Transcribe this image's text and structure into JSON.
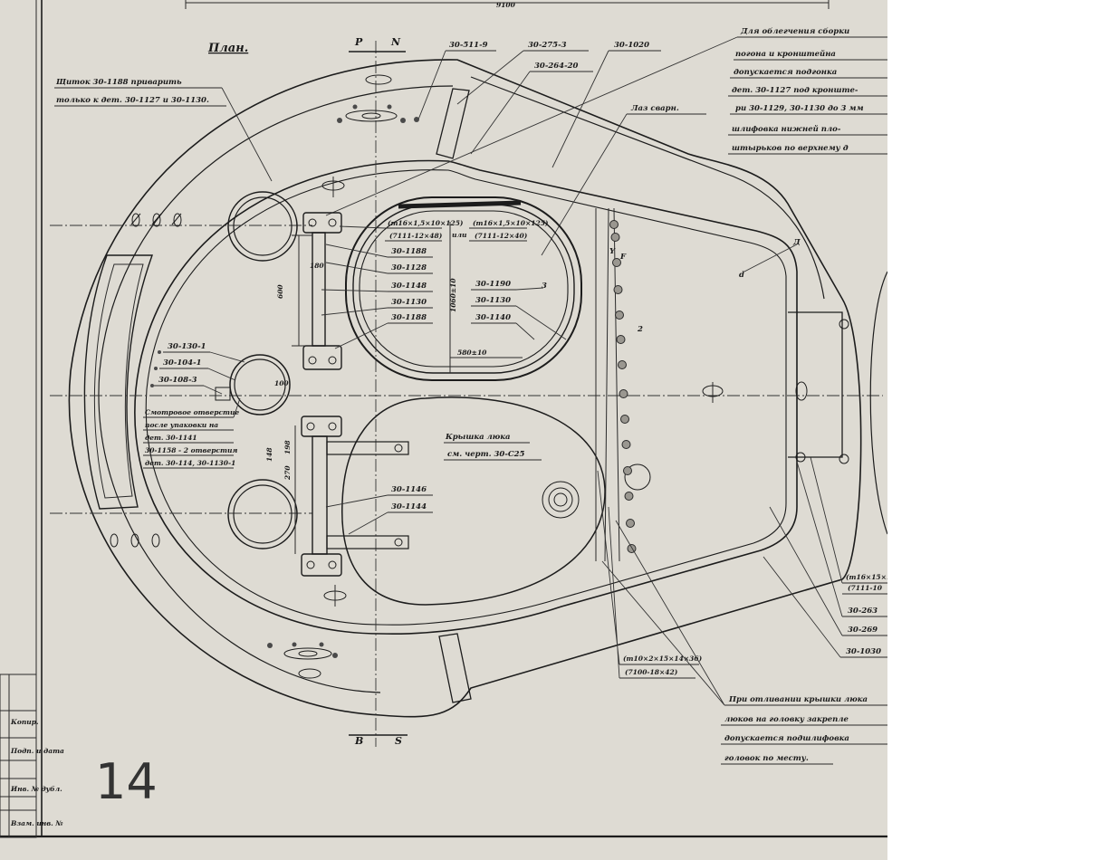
{
  "sheet": {
    "top_dimension": "9100",
    "view_title": "План.",
    "section_marks": {
      "top_left": "P",
      "top_right": "N",
      "bottom_left": "B",
      "bottom_right": "S"
    },
    "sheet_number": "14"
  },
  "notes": {
    "top_left": [
      "Щиток 30-1188 приварить",
      "только к дет. 30-1127 и 30-1130."
    ],
    "top_right": [
      "Для облегчения сборки",
      "погона и кронштейна",
      "допускается подгонка",
      "дет. 30-1127 под кронште-",
      "ри 30-1129, 30-1130 до 3 мм",
      "шлифовка нижней пло-",
      "штырьков по верхнему д"
    ],
    "bottom_right": [
      "При отливании крышки люка",
      "люков на головку закрепле",
      "допускается подшлифовка",
      "головок по месту."
    ],
    "left_middle": [
      "Смотровое отверстие",
      "после упаковки на",
      "дет. 30-1141",
      "30-1158 - 2 отверстия",
      "дет. 30-114, 30-1130-1"
    ],
    "hatch_cover": [
      "Крышка люка",
      "см. черт. 30-С25"
    ]
  },
  "part_labels": {
    "top": [
      "30-511-9",
      "30-275-3",
      "30-1020",
      "30-264-20"
    ],
    "weld": "Лаз сварн.",
    "hatch_upper": [
      "(m16×1,5×10×125)",
      "(7111-12×48)",
      "30-1188",
      "30-1128",
      "30-1148",
      "30-1130",
      "30-1188"
    ],
    "hatch_center": [
      "(m16×1,5×10×125)",
      "(7111-12×40)",
      "или",
      "30-1190",
      "30-1130",
      "30-1140"
    ],
    "periscope": [
      "30-130-1",
      "30-104-1",
      "30-108-3"
    ],
    "hatch_lower": [
      "30-1146",
      "30-1144"
    ],
    "dims": [
      "580±10",
      "1060±10",
      "600",
      "180",
      "100",
      "270",
      "148",
      "198"
    ],
    "bottom": [
      "(m10×2×15×14×36)",
      "(7100-18×42)"
    ],
    "right": [
      "(m16×15×10×",
      "(7111-10",
      "30-263",
      "30-269",
      "30-1030"
    ],
    "small": [
      "Y",
      "F",
      "3",
      "2",
      "Д",
      "d"
    ]
  },
  "title_block": [
    "Копир.",
    "Подп. и дата",
    "Инв. № дубл.",
    "Взам. инв. №"
  ]
}
